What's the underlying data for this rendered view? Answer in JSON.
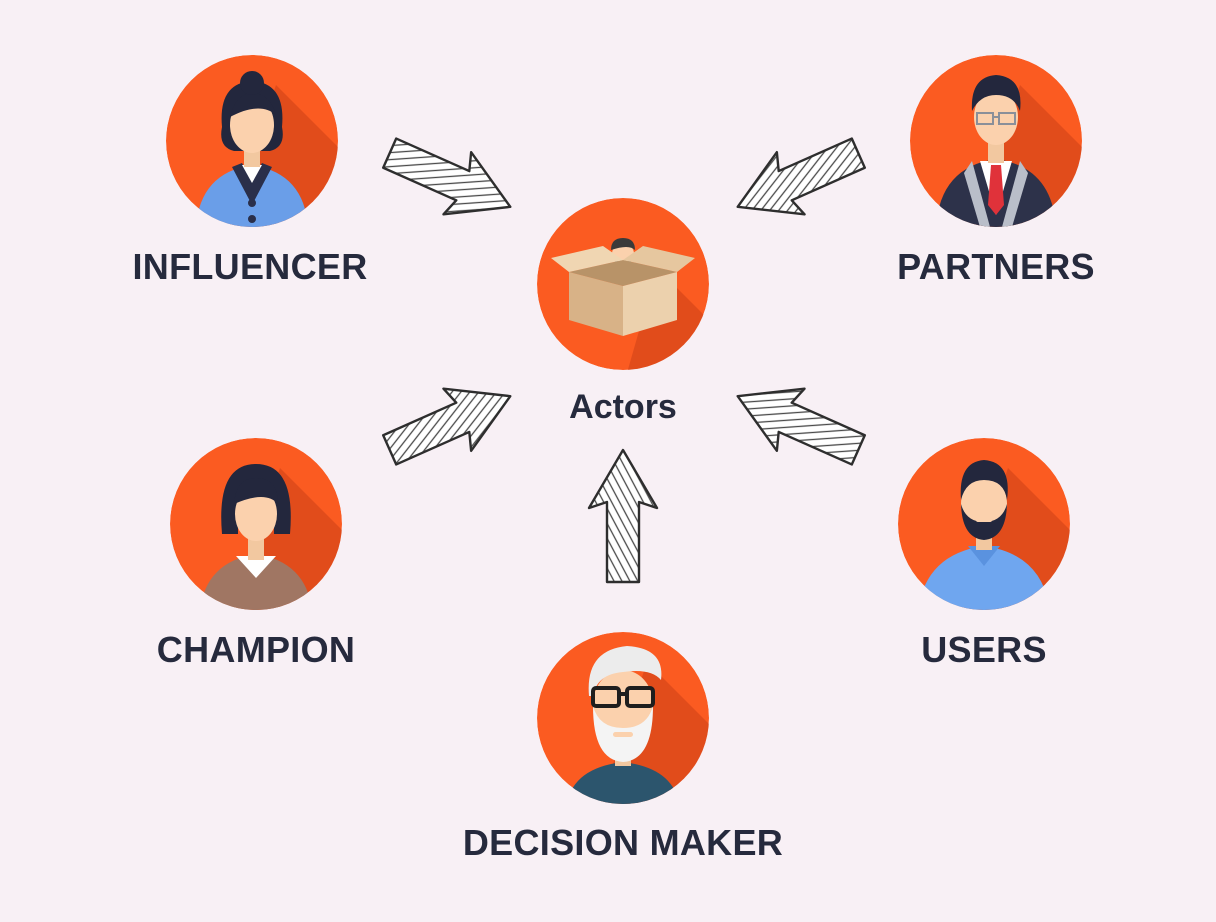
{
  "diagram": {
    "center": {
      "label": "Actors",
      "icon": "box-with-person-icon"
    },
    "actors": [
      {
        "id": "influencer",
        "label": "INFLUENCER",
        "icon": "woman-blue-blazer-icon"
      },
      {
        "id": "partners",
        "label": "PARTNERS",
        "icon": "man-suit-glasses-icon"
      },
      {
        "id": "champion",
        "label": "CHAMPION",
        "icon": "woman-brown-top-icon"
      },
      {
        "id": "users",
        "label": "USERS",
        "icon": "bearded-man-blue-shirt-icon"
      },
      {
        "id": "decision-maker",
        "label": "DECISION MAKER",
        "icon": "old-man-glasses-beard-icon"
      }
    ]
  },
  "colors": {
    "background": "#f8f0f5",
    "circle": "#fb5b21",
    "circle_shadow": "#d6461a",
    "label": "#262a3d",
    "arrow_stroke": "#333333"
  }
}
